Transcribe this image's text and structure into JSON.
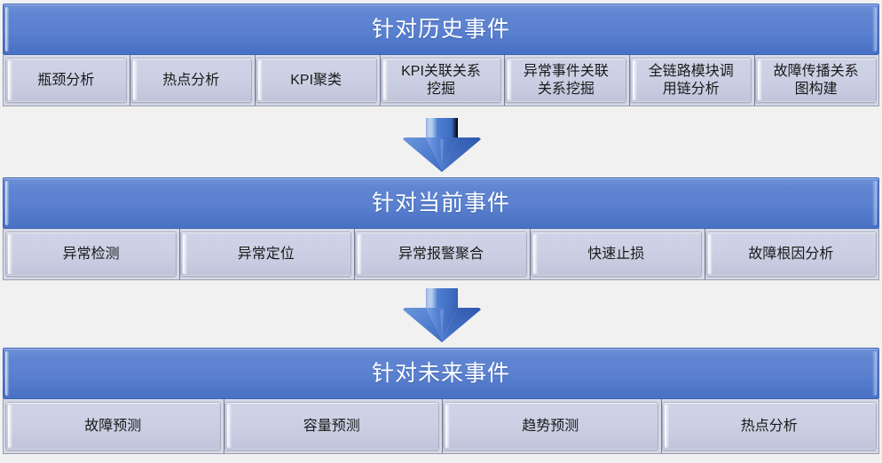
{
  "diagram": {
    "title": "针对历史/当前/未来事件 分析体系",
    "background_color": "#f1f1f1",
    "banner_color": "#5a80cf",
    "item_color": "#ccd0e4",
    "arrow_color": "#4a7bd0"
  },
  "sections": [
    {
      "id": "history",
      "banner_title": "针对历史事件",
      "items": [
        {
          "label": "瓶颈分析"
        },
        {
          "label": "热点分析"
        },
        {
          "label": "KPI聚类"
        },
        {
          "label": "KPI关联关系\n挖掘"
        },
        {
          "label": "异常事件关联\n关系挖掘"
        },
        {
          "label": "全链路模块调\n用链分析"
        },
        {
          "label": "故障传播关系\n图构建"
        }
      ]
    },
    {
      "id": "current",
      "banner_title": "针对当前事件",
      "items": [
        {
          "label": "异常检测"
        },
        {
          "label": "异常定位"
        },
        {
          "label": "异常报警聚合"
        },
        {
          "label": "快速止损"
        },
        {
          "label": "故障根因分析"
        }
      ]
    },
    {
      "id": "future",
      "banner_title": "针对未来事件",
      "items": [
        {
          "label": "故障预测"
        },
        {
          "label": "容量预测"
        },
        {
          "label": "趋势预测"
        },
        {
          "label": "热点分析"
        }
      ]
    }
  ],
  "arrows": [
    {
      "id": "arrow-history-to-current",
      "direction": "down"
    },
    {
      "id": "arrow-current-to-future",
      "direction": "down"
    }
  ]
}
